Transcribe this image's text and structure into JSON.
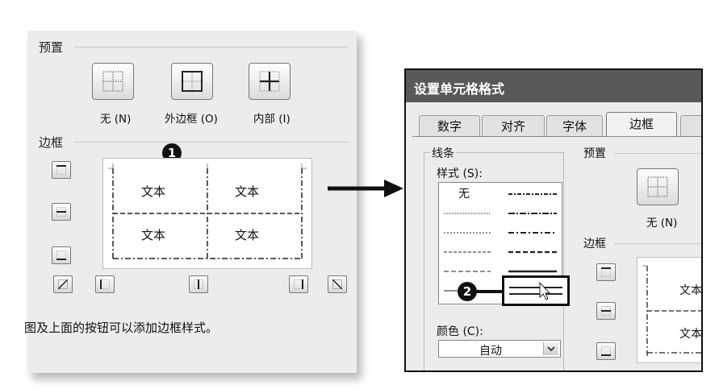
{
  "left": {
    "preset_group": "预置",
    "presets": [
      {
        "label": "无 (N)",
        "icon": "border-none-icon"
      },
      {
        "label": "外边框 (O)",
        "icon": "border-outline-icon"
      },
      {
        "label": "内部 (I)",
        "icon": "border-inside-icon"
      }
    ],
    "border_group": "边框",
    "badge1": "1",
    "cells": [
      "文本",
      "文本",
      "文本",
      "文本"
    ],
    "hint": "图及上面的按钮可以添加边框样式。"
  },
  "dialog": {
    "title": "设置单元格格式",
    "tabs": [
      "数字",
      "对齐",
      "字体",
      "边框"
    ],
    "active_tab": "边框",
    "line_group": "线条",
    "style_label": "样式 (S):",
    "style_none": "无",
    "color_label": "颜色 (C):",
    "color_value": "自动",
    "preset_group": "预置",
    "preset_none_label": "无 (N)",
    "border_group": "边框",
    "preview_text_1": "文本",
    "preview_text_2": "文本",
    "badge2": "2"
  },
  "colors": {
    "titlebar": "#595959",
    "panel": "#ececec",
    "badge": "#111111"
  }
}
